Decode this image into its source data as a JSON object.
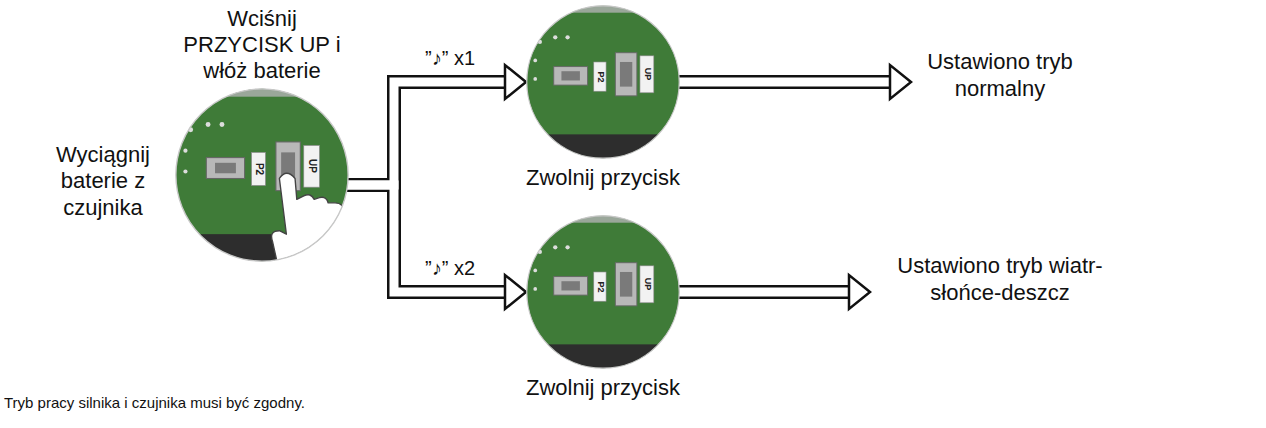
{
  "diagram": {
    "nodes": [
      {
        "text": [
          "Wciśnij PRZYCISK UP i włóż baterie",
          "P2",
          "UP"
        ]
      },
      {
        "text": [
          "P2",
          "UP",
          "Zwolnij przycisk"
        ]
      },
      {
        "text": [
          "Ustawiono tryb normalny"
        ]
      },
      {
        "text": [
          "P2",
          "UP",
          "Zwolnij przycisk"
        ]
      },
      {
        "text": [
          "Ustawiono tryb wiatr-słońce-deszcz"
        ]
      }
    ],
    "edges": [
      {
        "from": 0,
        "to": 1,
        "arrow": "to",
        "label": "”♪” x1"
      },
      {
        "from": 0,
        "to": 3,
        "arrow": "to",
        "label": "”♪” x2"
      },
      {
        "from": 1,
        "to": 2,
        "arrow": "to"
      },
      {
        "from": 3,
        "to": 4,
        "arrow": "to"
      }
    ],
    "labels": [
      "Wyciągnij baterie z czujnika",
      "Tryb pracy silnika i czujnika musi być zgodny."
    ]
  }
}
